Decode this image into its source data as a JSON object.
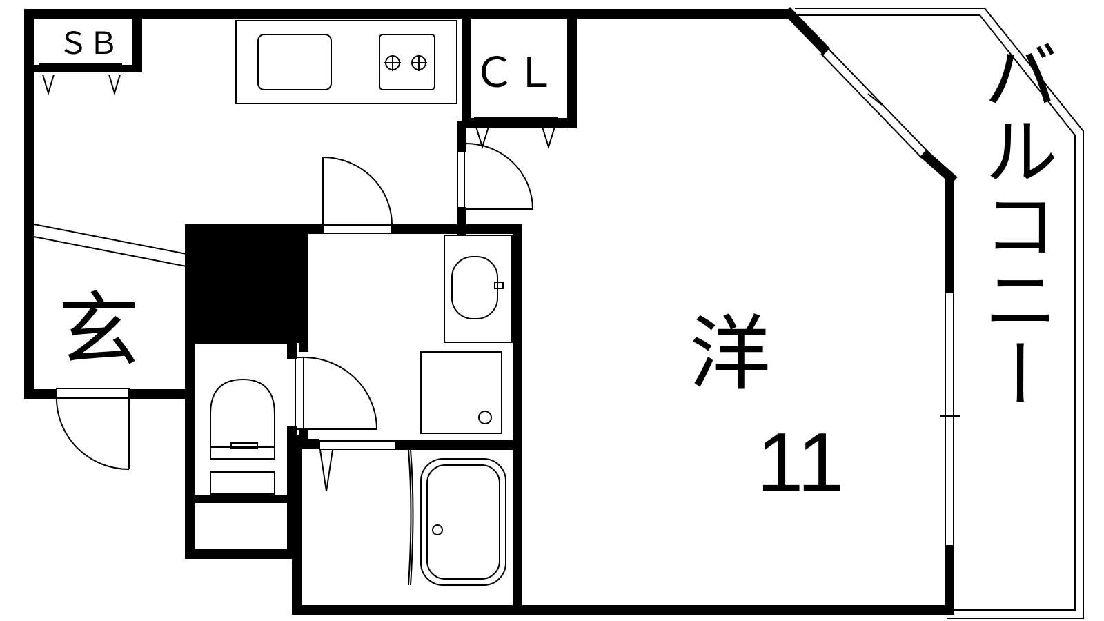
{
  "floor_plan": {
    "labels": {
      "shoe_box": "ＳＢ",
      "closet": "ＣＬ",
      "entrance": "玄",
      "western_room": "洋",
      "room_size": "11",
      "balcony": "バルコニー"
    },
    "colors": {
      "wall": "#000000",
      "background": "#ffffff",
      "line": "#000000"
    }
  }
}
